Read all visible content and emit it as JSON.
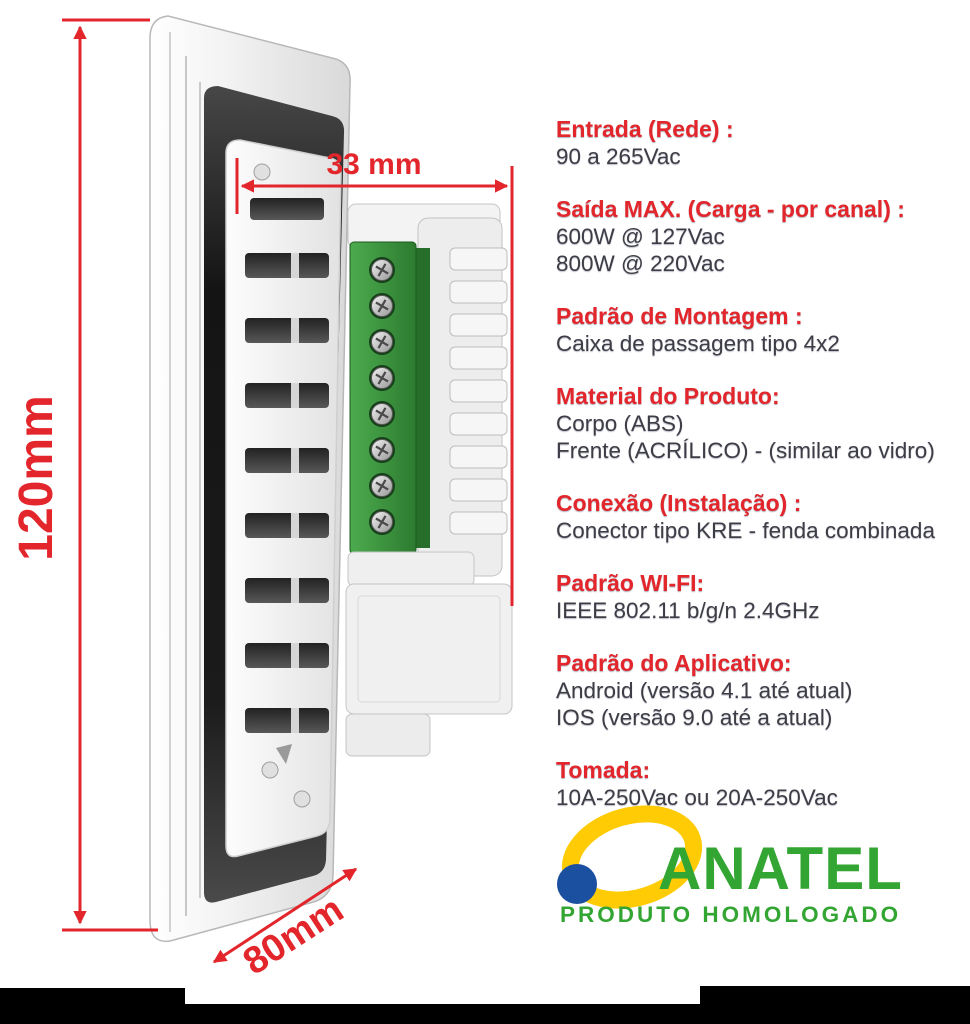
{
  "dimensions": {
    "height_label": "120mm",
    "depth_label": "33 mm",
    "width_label": "80mm"
  },
  "specs": [
    {
      "heading": "Entrada (Rede) :",
      "lines": [
        "90 a 265Vac"
      ]
    },
    {
      "heading": "Saída MAX. (Carga - por canal) :",
      "lines": [
        "600W @ 127Vac",
        "800W @ 220Vac"
      ]
    },
    {
      "heading": "Padrão de Montagem :",
      "lines": [
        "Caixa de passagem tipo 4x2"
      ]
    },
    {
      "heading": "Material do Produto:",
      "lines": [
        "Corpo (ABS)",
        "Frente (ACRÍLICO) - (similar ao vidro)"
      ]
    },
    {
      "heading": "Conexão (Instalação) :",
      "lines": [
        "Conector tipo KRE - fenda combinada"
      ]
    },
    {
      "heading": "Padrão WI-FI:",
      "lines": [
        "IEEE 802.11 b/g/n 2.4GHz"
      ]
    },
    {
      "heading": "Padrão do Aplicativo:",
      "lines": [
        "Android (versão 4.1 até atual)",
        "IOS (versão 9.0 até a atual)"
      ]
    },
    {
      "heading": "Tomada:",
      "lines": [
        "10A-250Vac ou 20A-250Vac"
      ]
    }
  ],
  "certification": {
    "brand": "ANATEL",
    "tagline": "PRODUTO HOMOLOGADO"
  },
  "colors": {
    "dimension_red": "#e2262b",
    "heading_red": "#e2262b",
    "body_text": "#3d3d46",
    "terminal_green": "#3a9142",
    "anatel_green": "#33a532",
    "anatel_yellow": "#ffcb05",
    "anatel_blue": "#1b4fa0"
  }
}
